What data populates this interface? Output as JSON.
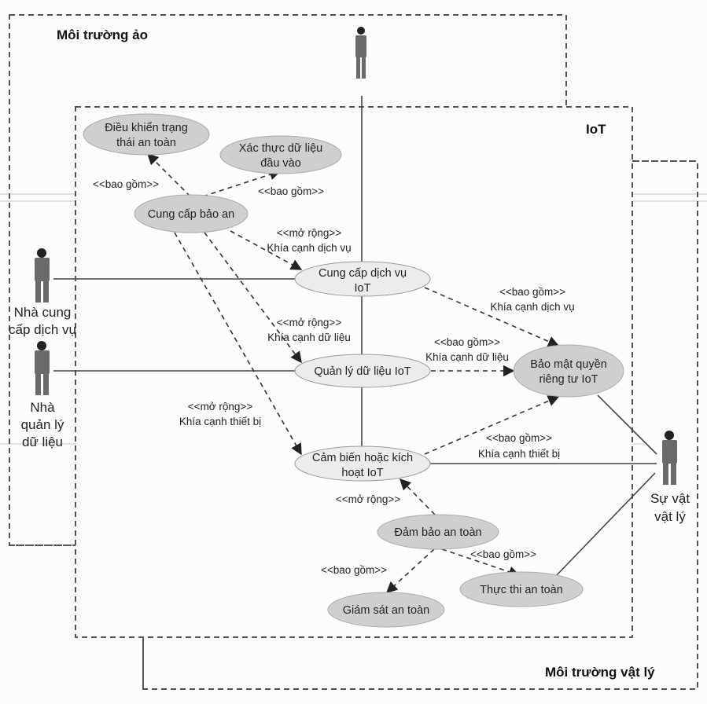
{
  "boundaries": {
    "virtual": "Môi trường ảo",
    "iot": "IoT",
    "physical": "Môi trường vật lý"
  },
  "actors": {
    "top": {
      "lines": []
    },
    "service_provider": {
      "lines": [
        "Nhà cung",
        "cấp dịch vụ"
      ]
    },
    "data_manager": {
      "lines": [
        "Nhà",
        "quản lý",
        "dữ liệu"
      ]
    },
    "physical_thing": {
      "lines": [
        "Sự vật",
        "vật lý"
      ]
    }
  },
  "use_cases": {
    "control_safe_state": [
      "Điều khiển trạng",
      "thái an toàn"
    ],
    "validate_input": [
      "Xác thực dữ liệu",
      "đầu vào"
    ],
    "provide_security": [
      "Cung cấp bảo an"
    ],
    "provide_iot_service": [
      "Cung cấp dịch vụ",
      "IoT"
    ],
    "manage_iot_data": [
      "Quản lý dữ liệu IoT"
    ],
    "iot_sensor_actuator": [
      "Cảm biến hoặc kích",
      "hoạt IoT"
    ],
    "iot_privacy": [
      "Bảo mật quyền",
      "riêng tư IoT"
    ],
    "ensure_safety": [
      "Đảm bảo an toàn"
    ],
    "safety_monitoring": [
      "Giám sát an toàn"
    ],
    "safety_enforcement": [
      "Thực thi an toàn"
    ]
  },
  "edge_labels": {
    "include_control": [
      "<<bao gồm>>"
    ],
    "include_validate": [
      "<<bao gồm>>"
    ],
    "extend_service": [
      "<<mở rộng>>",
      "Khía cạnh dịch vụ"
    ],
    "extend_data": [
      "<<mở rộng>>",
      "Khía cạnh dữ liệu"
    ],
    "extend_device": [
      "<<mở rộng>>",
      "Khía cạnh thiết bị"
    ],
    "include_privacy_service": [
      "<<bao gồm>>",
      "Khía cạnh dịch vụ"
    ],
    "include_privacy_data": [
      "<<bao gồm>>",
      "Khía cạnh dữ liệu"
    ],
    "include_privacy_device": [
      "<<bao gồm>>",
      "Khía cạnh thiết bị"
    ],
    "extend_safety": [
      "<<mở rộng>>"
    ],
    "include_monitoring": [
      "<<bao gồm>>"
    ],
    "include_enforcement": [
      "<<bao gồm>>"
    ]
  }
}
